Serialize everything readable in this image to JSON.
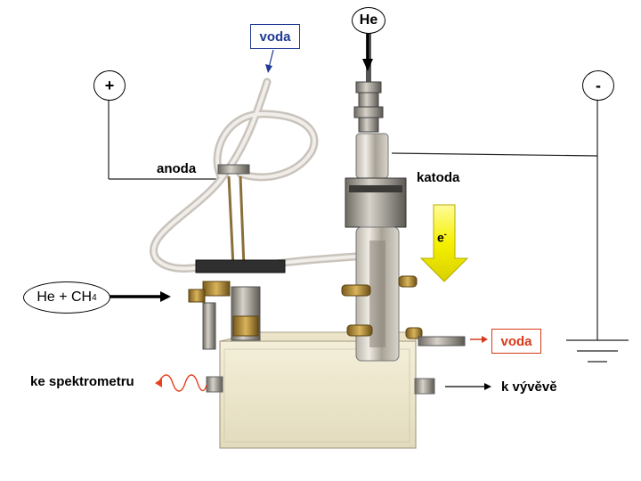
{
  "labels": {
    "water_top": "voda",
    "helium": "He",
    "plus": "+",
    "minus": "-",
    "anode": "anoda",
    "cathode": "katoda",
    "electron": "e",
    "electron_sup": "-",
    "gas_inlet_main": "He + CH",
    "gas_inlet_sub": "4",
    "water_right": "voda",
    "spectrometer": "ke spektrometru",
    "vacuum_pump": "k vývěvě"
  },
  "colors": {
    "water_top_text": "#1f3a93",
    "water_right_text": "#d43a1a",
    "water_right_border": "#d43a1a",
    "arrow_yellow": "#f5f000",
    "wave_red": "#e8421c"
  }
}
